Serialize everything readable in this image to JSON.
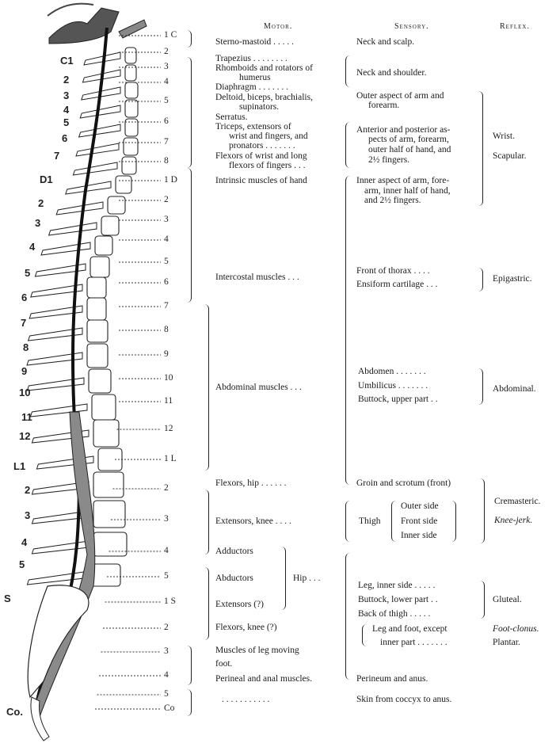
{
  "headers": {
    "motor": "Motor.",
    "sensory": "Sensory.",
    "reflex": "Reflex."
  },
  "left_vertebrae": [
    "C1",
    "2",
    "3",
    "4",
    "5",
    "6",
    "7",
    "D1",
    "2",
    "3",
    "4",
    "5",
    "6",
    "7",
    "8",
    "9",
    "10",
    "11",
    "12",
    "L1",
    "2",
    "3",
    "4",
    "5",
    "S",
    "Co."
  ],
  "segment_labels": [
    "1 C",
    "2",
    "3",
    "4",
    "5",
    "6",
    "7",
    "8",
    "1 D",
    "2",
    "3",
    "4",
    "5",
    "6",
    "7",
    "8",
    "9",
    "10",
    "11",
    "12",
    "1 L",
    "2",
    "3",
    "4",
    "5",
    "1 S",
    "2",
    "3",
    "4",
    "5",
    "Co"
  ],
  "motor": {
    "sterno": "Sterno-mastoid . . . . .",
    "trapezius": "Trapezius . . . . . . . .",
    "rhomboids": "Rhomboids and rotators of",
    "humerus": "humerus",
    "diaphragm": "Diaphragm . . . . . . .",
    "deltoid": "Deltoid, biceps, brachialis,",
    "supinators": "supinators.",
    "serratus": "Serratus.",
    "triceps": "Triceps,   extensors   of",
    "wrist_fingers": "wrist and fingers, and",
    "pronators": "pronators . . . . . . .",
    "flexors_wrist": "Flexors of wrist and long",
    "flexors_fingers": "flexors of fingers . . .",
    "intrinsic": "Intrinsic muscles of hand",
    "intercostal": "Intercostal muscles . . .",
    "abdominal": "Abdominal muscles . . .",
    "flexors_hip": "Flexors, hip . . . . . .",
    "extensors_knee": "Extensors, knee . . . .",
    "adductors": "Adductors",
    "abductors": "Abductors",
    "hip": "Hip . . .",
    "extensors_q": "Extensors (?)",
    "flexors_knee": "Flexors, knee (?)",
    "leg_muscles": "Muscles of leg moving",
    "foot": "foot.",
    "perineal": "Perineal and anal muscles.",
    "coccyx_dots": ". . . . . . . . . . ."
  },
  "sensory": {
    "neck_scalp": "Neck and scalp.",
    "neck_shoulder": "Neck and shoulder.",
    "outer_arm": "Outer aspect of arm and",
    "forearm": "forearm.",
    "anterior": "Anterior and posterior as-",
    "pects": "pects of arm, forearm,",
    "outer_half": "outer half of hand, and",
    "fingers_a": "2½ fingers.",
    "inner_aspect": "Inner aspect of arm, fore-",
    "arm_inner": "arm, inner half of hand,",
    "fingers_b": "and 2½ fingers.",
    "thorax": "Front of thorax . . . .",
    "ensiform": "Ensiform cartilage . . .",
    "abdomen": "Abdomen . . . . . . .",
    "umbilicus": "Umbilicus . . . . . . .",
    "buttock_upper": "Buttock, upper part . .",
    "groin": "Groin and scrotum (front)",
    "thigh": "Thigh",
    "outer_side": "Outer side",
    "front_side": "Front side",
    "inner_side": "Inner side",
    "leg_inner": "Leg, inner side . . . . .",
    "buttock_lower": "Buttock, lower part . .",
    "back_thigh": "Back of thigh . . . . .",
    "leg_foot": "Leg and foot, except",
    "inner_part": "inner part . . . . . . .",
    "perineum": "Perineum and anus.",
    "skin_coccyx": "Skin from coccyx to anus."
  },
  "reflex": {
    "wrist": "Wrist.",
    "scapular": "Scapular.",
    "epigastric": "Epigastric.",
    "abdominal": "Abdominal.",
    "cremasteric": "Cremasteric.",
    "knee_jerk": "Knee-jerk.",
    "gluteal": "Gluteal.",
    "foot_clonus": "Foot-clonus.",
    "plantar": "Plantar."
  }
}
